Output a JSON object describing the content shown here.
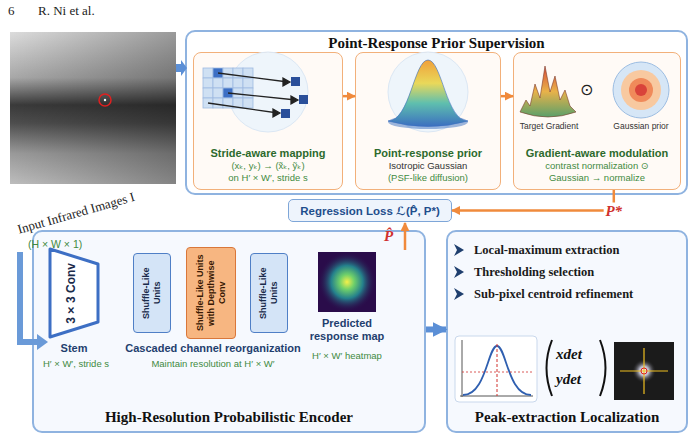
{
  "diagram": {
    "nodes": [
      {
        "text": [
          "Point-Response Prior Supervision"
        ]
      },
      {
        "text": [
          "Stride-aware mapping",
          "(xₖ, yₖ) → (x̃ₖ, ỹₖ)",
          "on H′ × W′, stride s"
        ],
        "in": 0
      },
      {
        "text": [
          "Point-response prior",
          "Isotropic Gaussian",
          "(PSF-like diffusion)"
        ],
        "in": 0
      },
      {
        "text": [
          "Gradient-aware modulation",
          "contrast normalization ⊙",
          "Gaussian → normalize"
        ],
        "in": 0
      },
      {
        "text": [
          "Regression Loss ℒ(P̂, P*)"
        ]
      },
      {
        "text": [
          "High-Resolution Probabilistic Encoder"
        ]
      },
      {
        "text": [
          "3×3 Conv"
        ],
        "in": 5
      },
      {
        "text": [
          "Shuffle-Like Units"
        ],
        "in": 5
      },
      {
        "text": [
          "Shuffle-Like Units with Depthwise Conv"
        ],
        "in": 5
      },
      {
        "text": [
          "Shuffle-Like Units"
        ],
        "in": 5
      },
      {
        "text": [
          "Local-maximum extraction",
          "Thresholding selection",
          "Sub-pixel centroid refinement",
          "Peak-extraction Localization"
        ]
      }
    ],
    "edges": [
      {
        "from": 1,
        "to": 2,
        "arrow": "to"
      },
      {
        "from": 2,
        "to": 3,
        "arrow": "to"
      },
      {
        "from": 3,
        "to": 4,
        "label": "P*",
        "arrow": "to"
      },
      {
        "from": 5,
        "to": 10,
        "arrow": "to"
      }
    ],
    "labels": [
      "6",
      "R. Ni et al.",
      "Input Infrared Images I",
      "(H × W × 1)",
      "Target Gradient",
      "⊙",
      "Gaussian prior",
      "P̂",
      "Stem",
      "H′ × W′, stride s",
      "Cascaded channel reorganization",
      "Maintain resolution at H′ × W′",
      "Predicted response map",
      "H′ × W′ heatmap",
      "xdet",
      "ydet"
    ]
  }
}
